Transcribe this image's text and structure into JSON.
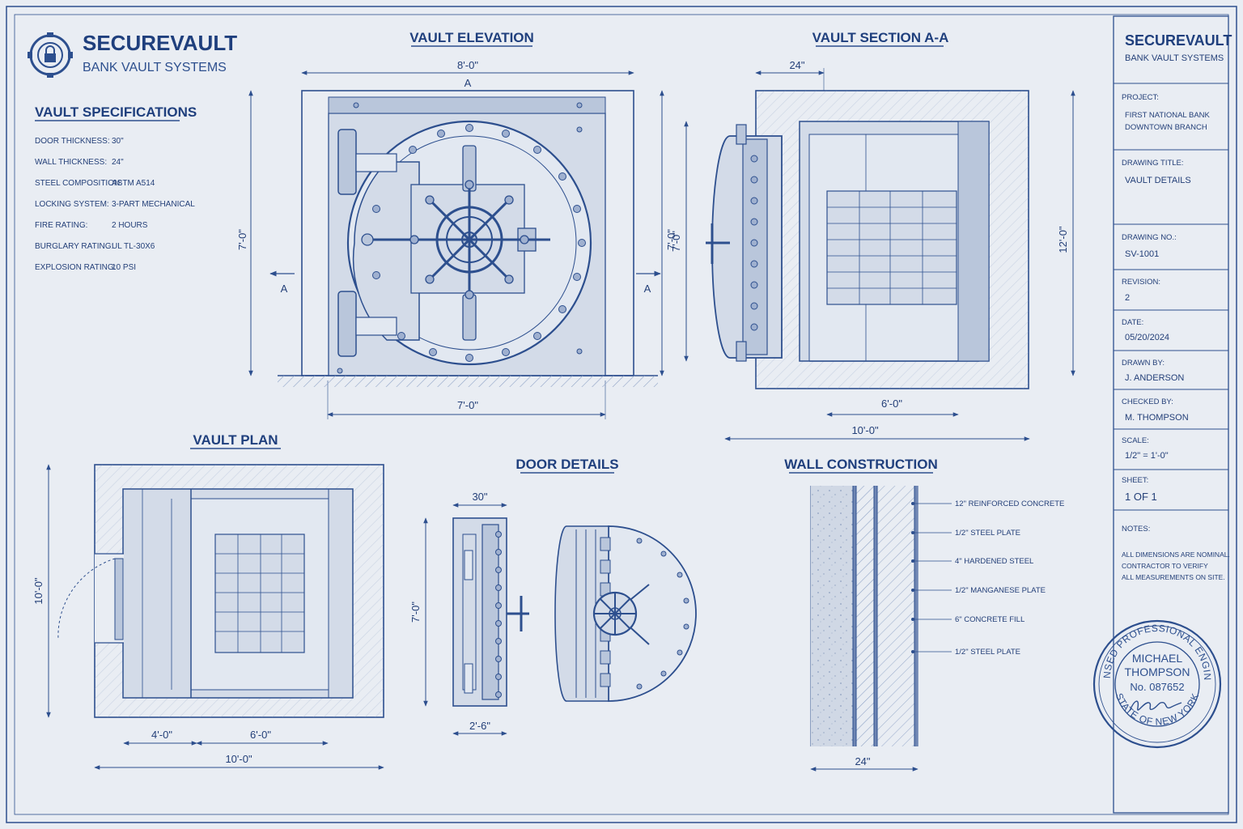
{
  "brand": {
    "name": "SECUREVAULT",
    "tagline": "BANK VAULT SYSTEMS"
  },
  "specs": {
    "title": "VAULT SPECIFICATIONS",
    "items": [
      {
        "label": "DOOR THICKNESS:",
        "value": "30\""
      },
      {
        "label": "WALL THICKNESS:",
        "value": "24\""
      },
      {
        "label": "STEEL COMPOSITION:",
        "value": "ASTM A514"
      },
      {
        "label": "LOCKING SYSTEM:",
        "value": "3-PART MECHANICAL"
      },
      {
        "label": "FIRE RATING:",
        "value": "2 HOURS"
      },
      {
        "label": "BURGLARY RATING:",
        "value": "UL TL-30X6"
      },
      {
        "label": "EXPLOSION RATING:",
        "value": "10 PSI"
      }
    ]
  },
  "elevation": {
    "title": "VAULT ELEVATION",
    "dim_top": "8'-0\"",
    "dim_left": "7'-0\"",
    "dim_right": "7'-0\"",
    "dim_bottom": "7'-0\"",
    "section_mark": "A"
  },
  "section": {
    "title": "VAULT SECTION A-A",
    "dim_top": "24\"",
    "dim_left": "7'-0\"",
    "dim_right": "12'-0\"",
    "dim_inner": "6'-0\"",
    "dim_bottom": "10'-0\""
  },
  "plan": {
    "title": "VAULT PLAN",
    "dim_left": "10'-0\"",
    "dim_a": "4'-0\"",
    "dim_b": "6'-0\"",
    "dim_bottom": "10'-0\""
  },
  "door_details": {
    "title": "DOOR DETAILS",
    "dim_top": "30\"",
    "dim_left": "7'-0\"",
    "dim_bottom": "2'-6\""
  },
  "wall": {
    "title": "WALL CONSTRUCTION",
    "dim_bottom": "24\"",
    "layers": [
      "12\" REINFORCED CONCRETE",
      "1/2\" STEEL PLATE",
      "4\" HARDENED STEEL",
      "1/2\" MANGANESE PLATE",
      "6\" CONCRETE FILL",
      "1/2\" STEEL PLATE"
    ]
  },
  "title_block": {
    "company": "SECUREVAULT",
    "company_sub": "BANK VAULT SYSTEMS",
    "project_label": "PROJECT:",
    "project_line1": "FIRST NATIONAL BANK",
    "project_line2": "DOWNTOWN BRANCH",
    "drawing_title_label": "DRAWING TITLE:",
    "drawing_title": "VAULT DETAILS",
    "drawing_no_label": "DRAWING NO.:",
    "drawing_no": "SV-1001",
    "revision_label": "REVISION:",
    "revision": "2",
    "date_label": "DATE:",
    "date": "05/20/2024",
    "drawn_by_label": "DRAWN BY:",
    "drawn_by": "J. ANDERSON",
    "checked_by_label": "CHECKED BY:",
    "checked_by": "M. THOMPSON",
    "scale_label": "SCALE:",
    "scale": "1/2\" = 1'-0\"",
    "sheet_label": "SHEET:",
    "sheet": "1 OF 1",
    "notes_label": "NOTES:",
    "notes": [
      "ALL DIMENSIONS ARE NOMINAL.",
      "CONTRACTOR TO VERIFY",
      "ALL MEASUREMENTS ON SITE."
    ]
  },
  "seal": {
    "ring_top": "LICENSED PROFESSIONAL ENGINEER",
    "ring_bottom": "STATE OF NEW YORK",
    "name_line1": "MICHAEL",
    "name_line2": "THOMPSON",
    "number": "No. 087652"
  },
  "colors": {
    "paper": "#e9edf3",
    "ink": "#2d4f8e",
    "heading": "#1f3f7d"
  }
}
